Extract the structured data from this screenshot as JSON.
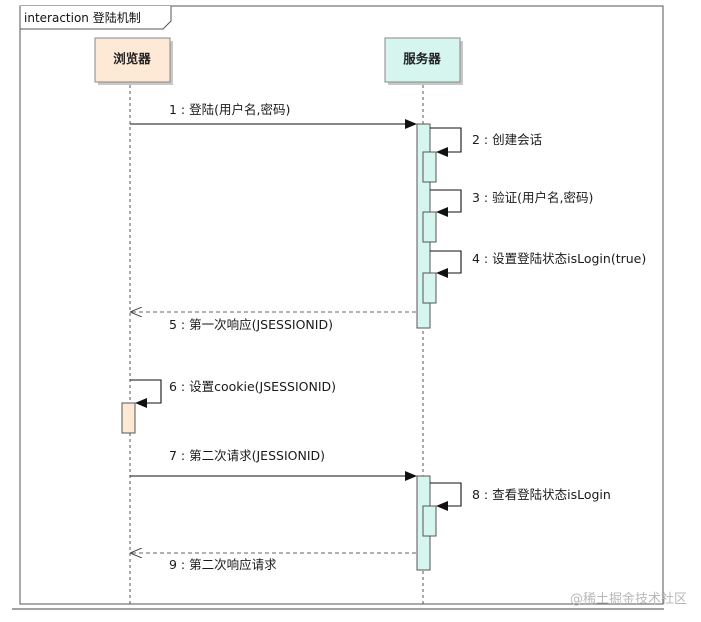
{
  "frame": {
    "title": "interaction 登陆机制"
  },
  "participants": [
    {
      "id": "browser",
      "name": "浏览器",
      "fill": "#fde9d5"
    },
    {
      "id": "server",
      "name": "服务器",
      "fill": "#d5f5ee"
    }
  ],
  "messages": [
    {
      "label": "1 : 登陆(用户名,密码)",
      "from": "browser",
      "to": "server",
      "kind": "call"
    },
    {
      "label": "2 : 创建会话",
      "from": "server",
      "to": "server",
      "kind": "self"
    },
    {
      "label": "3 : 验证(用户名,密码)",
      "from": "server",
      "to": "server",
      "kind": "self"
    },
    {
      "label": "4 : 设置登陆状态isLogin(true)",
      "from": "server",
      "to": "server",
      "kind": "self"
    },
    {
      "label": "5 : 第一次响应(JSESSIONID)",
      "from": "server",
      "to": "browser",
      "kind": "return"
    },
    {
      "label": "6 : 设置cookie(JSESSIONID)",
      "from": "browser",
      "to": "browser",
      "kind": "self"
    },
    {
      "label": "7 : 第二次请求(JESSIONID)",
      "from": "browser",
      "to": "server",
      "kind": "call"
    },
    {
      "label": "8 : 查看登陆状态isLogin",
      "from": "server",
      "to": "server",
      "kind": "self"
    },
    {
      "label": "9 : 第二次响应请求",
      "from": "server",
      "to": "browser",
      "kind": "return"
    }
  ],
  "watermark": "@稀土掘金技术社区"
}
